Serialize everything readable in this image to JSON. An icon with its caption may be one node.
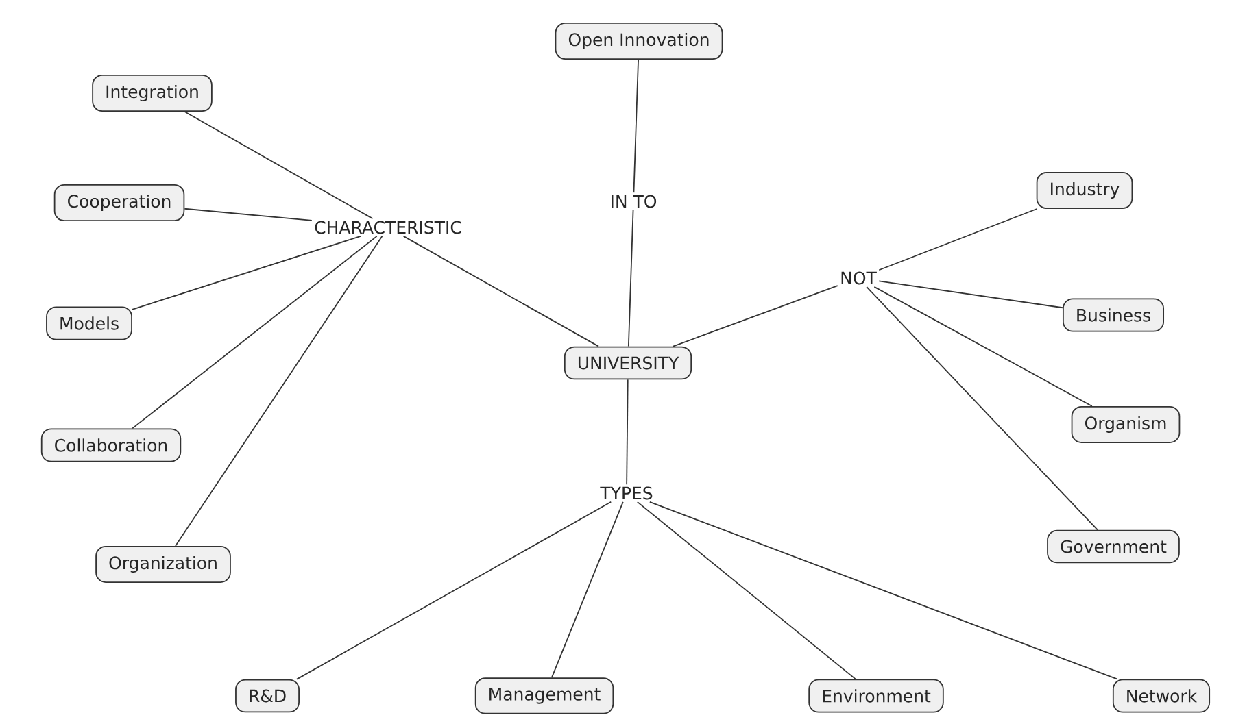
{
  "diagram": {
    "nodes": [
      {
        "text": [
          "Open Innovation"
        ]
      },
      {
        "text": [
          "Integration"
        ]
      },
      {
        "text": [
          "Cooperation"
        ]
      },
      {
        "text": [
          "CHARACTERISTIC"
        ]
      },
      {
        "text": [
          "IN TO"
        ]
      },
      {
        "text": [
          "Industry"
        ]
      },
      {
        "text": [
          "Models"
        ]
      },
      {
        "text": [
          "NOT"
        ]
      },
      {
        "text": [
          "Business"
        ]
      },
      {
        "text": [
          "UNIVERSITY"
        ]
      },
      {
        "text": [
          "Collaboration"
        ]
      },
      {
        "text": [
          "Organism"
        ]
      },
      {
        "text": [
          "TYPES"
        ]
      },
      {
        "text": [
          "Government"
        ]
      },
      {
        "text": [
          "Organization"
        ]
      },
      {
        "text": [
          "R&D"
        ]
      },
      {
        "text": [
          "Management"
        ]
      },
      {
        "text": [
          "Environment"
        ]
      },
      {
        "text": [
          "Network"
        ]
      }
    ],
    "edges": [
      {
        "from": 1,
        "to": 3,
        "arrow": "none"
      },
      {
        "from": 2,
        "to": 3,
        "arrow": "none"
      },
      {
        "from": 6,
        "to": 3,
        "arrow": "none"
      },
      {
        "from": 10,
        "to": 3,
        "arrow": "none"
      },
      {
        "from": 14,
        "to": 3,
        "arrow": "none"
      },
      {
        "from": 3,
        "to": 9,
        "arrow": "none"
      },
      {
        "from": 0,
        "to": 4,
        "arrow": "none"
      },
      {
        "from": 4,
        "to": 9,
        "arrow": "none"
      },
      {
        "from": 9,
        "to": 7,
        "arrow": "none"
      },
      {
        "from": 7,
        "to": 5,
        "arrow": "none"
      },
      {
        "from": 7,
        "to": 8,
        "arrow": "none"
      },
      {
        "from": 7,
        "to": 11,
        "arrow": "none"
      },
      {
        "from": 7,
        "to": 13,
        "arrow": "none"
      },
      {
        "from": 9,
        "to": 12,
        "arrow": "none"
      },
      {
        "from": 12,
        "to": 15,
        "arrow": "none"
      },
      {
        "from": 12,
        "to": 16,
        "arrow": "none"
      },
      {
        "from": 12,
        "to": 17,
        "arrow": "none"
      },
      {
        "from": 12,
        "to": 18,
        "arrow": "none"
      }
    ]
  }
}
